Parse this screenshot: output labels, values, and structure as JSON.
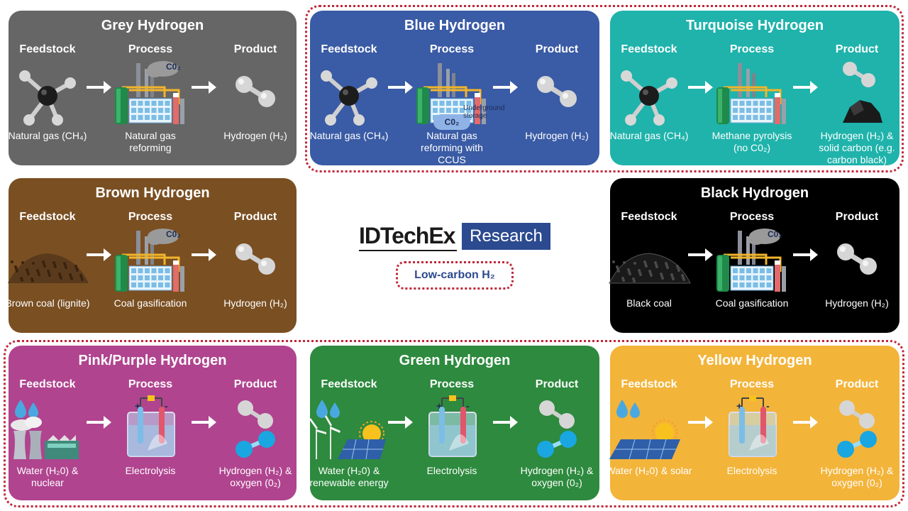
{
  "headers": {
    "feedstock": "Feedstock",
    "process": "Process",
    "product": "Product"
  },
  "logo": {
    "brand": "IDTechEx",
    "research": "Research"
  },
  "low_carbon_label": "Low-carbon H₂",
  "co2_label": "C0₂",
  "underground_label": "Underground storage",
  "panels": [
    {
      "title": "Grey Hydrogen",
      "color": "#666666",
      "feedstock": "Natural gas (CH₄)",
      "process": "Natural gas reforming",
      "product": "Hydrogen (H₂)",
      "feed_icon": "methane-molecule-icon",
      "process_icon": "reforming-plant-icon",
      "product_icon": "hydrogen-molecule-icon"
    },
    {
      "title": "Blue Hydrogen",
      "color": "#3a5ba5",
      "feedstock": "Natural gas (CH₄)",
      "process": "Natural gas reforming with CCUS",
      "product": "Hydrogen (H₂)",
      "feed_icon": "methane-molecule-icon",
      "process_icon": "reforming-plant-ccus-icon",
      "product_icon": "hydrogen-molecule-icon"
    },
    {
      "title": "Turquoise Hydrogen",
      "color": "#1fb3ab",
      "feedstock": "Natural gas (CH₄)",
      "process": "Methane pyrolysis (no C0₂)",
      "product": "Hydrogen (H₂) & solid carbon (e.g. carbon black)",
      "feed_icon": "methane-molecule-icon",
      "process_icon": "pyrolysis-plant-icon",
      "product_icon": "hydrogen-carbon-icon"
    },
    {
      "title": "Brown Hydrogen",
      "color": "#7a4f22",
      "feedstock": "Brown coal (lignite)",
      "process": "Coal gasification",
      "product": "Hydrogen (H₂)",
      "feed_icon": "brown-coal-icon",
      "process_icon": "gasification-plant-icon",
      "product_icon": "hydrogen-molecule-icon"
    },
    {
      "title": "Black Hydrogen",
      "color": "#000000",
      "feedstock": "Black coal",
      "process": "Coal gasification",
      "product": "Hydrogen (H₂)",
      "feed_icon": "black-coal-icon",
      "process_icon": "gasification-plant-icon",
      "product_icon": "hydrogen-molecule-icon"
    },
    {
      "title": "Pink/Purple Hydrogen",
      "color": "#b0448f",
      "feedstock": "Water (H₂0) & nuclear",
      "process": "Electrolysis",
      "product": "Hydrogen (H₂) & oxygen (0₂)",
      "feed_icon": "water-nuclear-icon",
      "process_icon": "electrolysis-cell-icon",
      "product_icon": "hydrogen-oxygen-icon"
    },
    {
      "title": "Green Hydrogen",
      "color": "#2d8a3e",
      "feedstock": "Water (H₂0) & renewable energy",
      "process": "Electrolysis",
      "product": "Hydrogen (H₂) & oxygen (0₂)",
      "feed_icon": "water-renewable-icon",
      "process_icon": "electrolysis-cell-icon",
      "product_icon": "hydrogen-oxygen-icon"
    },
    {
      "title": "Yellow Hydrogen",
      "color": "#f3b43a",
      "feedstock": "Water (H₂0) & solar",
      "process": "Electrolysis",
      "product": "Hydrogen (H₂) & oxygen (0₂)",
      "feed_icon": "water-solar-icon",
      "process_icon": "electrolysis-cell-icon",
      "product_icon": "hydrogen-oxygen-icon"
    }
  ]
}
